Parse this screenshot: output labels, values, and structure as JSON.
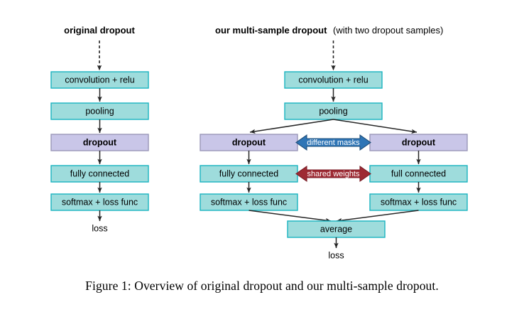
{
  "figure": {
    "caption": "Figure 1: Overview of original dropout and our multi-sample dropout.",
    "colors": {
      "teal_fill": "#9edcdc",
      "teal_stroke": "#19b3c0",
      "purple_fill": "#c9c6e8",
      "purple_stroke": "#9a97b8",
      "blue_arrow_fill": "#2e75b6",
      "blue_arrow_stroke": "#1f4e79",
      "red_arrow_fill": "#9e2a33",
      "red_arrow_stroke": "#7a1f28",
      "connector": "#262626",
      "text": "#000000",
      "arrow_text": "#ffffff",
      "background": "#ffffff"
    }
  },
  "left_panel": {
    "heading_bold": "original dropout",
    "heading_normal": "",
    "boxes": [
      {
        "label": "convolution + relu",
        "style": "teal",
        "bold": false
      },
      {
        "label": "pooling",
        "style": "teal",
        "bold": false
      },
      {
        "label": "dropout",
        "style": "purple",
        "bold": true
      },
      {
        "label": "fully connected",
        "style": "teal",
        "bold": false
      },
      {
        "label": "softmax + loss func",
        "style": "teal",
        "bold": false
      }
    ],
    "terminal_label": "loss"
  },
  "right_panel": {
    "heading_bold": "our multi-sample dropout",
    "heading_normal": " (with two dropout samples)",
    "trunk_boxes": [
      {
        "label": "convolution + relu",
        "style": "teal",
        "bold": false
      },
      {
        "label": "pooling",
        "style": "teal",
        "bold": false
      }
    ],
    "left_branch_boxes": [
      {
        "label": "dropout",
        "style": "purple",
        "bold": true
      },
      {
        "label": "fully connected",
        "style": "teal",
        "bold": false
      },
      {
        "label": "softmax + loss func",
        "style": "teal",
        "bold": false
      }
    ],
    "right_branch_boxes": [
      {
        "label": "dropout",
        "style": "purple",
        "bold": true
      },
      {
        "label": "full connected",
        "style": "teal",
        "bold": false
      },
      {
        "label": "softmax + loss func",
        "style": "teal",
        "bold": false
      }
    ],
    "merge_box": {
      "label": "average",
      "style": "teal",
      "bold": false
    },
    "terminal_label": "loss",
    "annotation_arrows": [
      {
        "label": "different masks",
        "color": "blue",
        "direction": "double-headed-horizontal"
      },
      {
        "label": "shared weights",
        "color": "red",
        "direction": "double-headed-horizontal"
      }
    ]
  }
}
